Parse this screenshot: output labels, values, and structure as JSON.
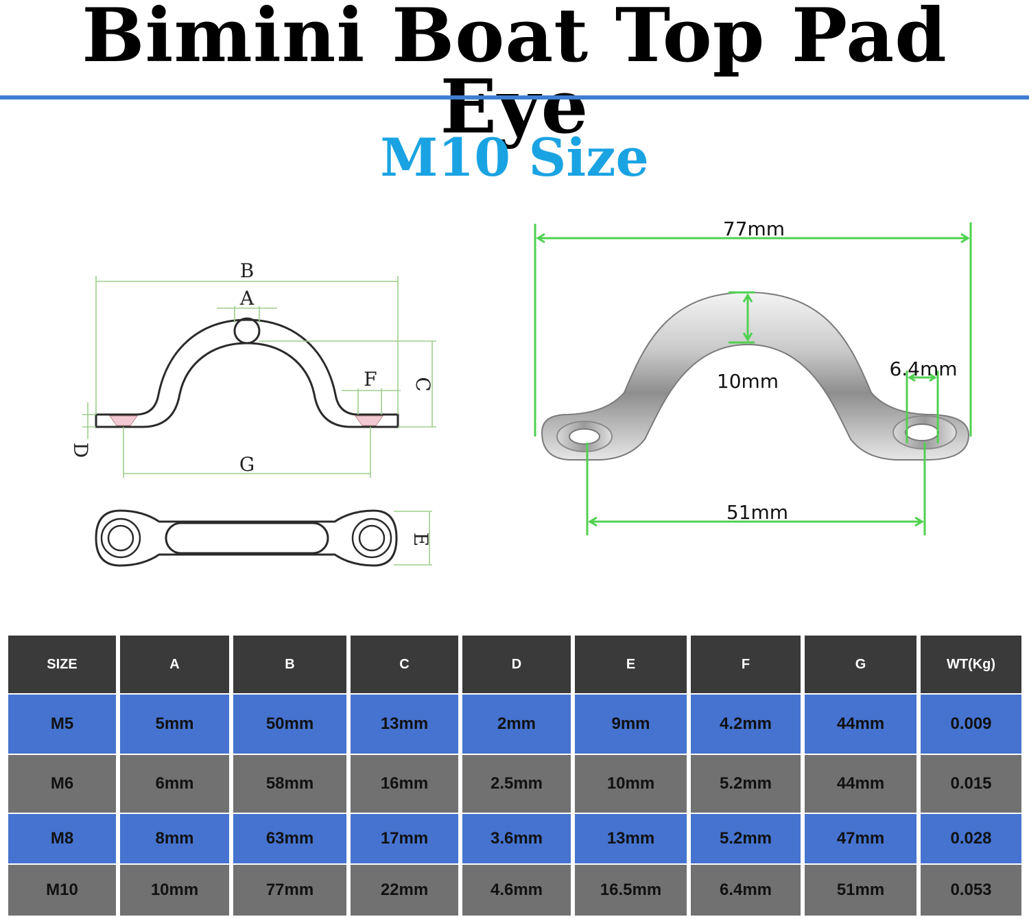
{
  "title": "Bimini Boat Top Pad Eye",
  "subtitle": "M10 Size",
  "colors": {
    "title_rule": "#3f7fd1",
    "subtitle": "#1aa3e2",
    "dimension_line": "#4fd14f",
    "table_header": "#3a3a3a",
    "row_blue": "#4573cf",
    "row_gray": "#717171"
  },
  "schematic_labels": {
    "b": "B",
    "a": "A",
    "c": "C",
    "f": "F",
    "d": "D",
    "g": "G",
    "e": "E"
  },
  "photo_dimensions": {
    "overall_length": "77mm",
    "thickness": "10mm",
    "hole": "6.4mm",
    "hole_spacing": "51mm"
  },
  "table": {
    "headers": [
      "SIZE",
      "A",
      "B",
      "C",
      "D",
      "E",
      "F",
      "G",
      "WT(Kg)"
    ],
    "rows": [
      [
        "M5",
        "5mm",
        "50mm",
        "13mm",
        "2mm",
        "9mm",
        "4.2mm",
        "44mm",
        "0.009"
      ],
      [
        "M6",
        "6mm",
        "58mm",
        "16mm",
        "2.5mm",
        "10mm",
        "5.2mm",
        "44mm",
        "0.015"
      ],
      [
        "M8",
        "8mm",
        "63mm",
        "17mm",
        "3.6mm",
        "13mm",
        "5.2mm",
        "47mm",
        "0.028"
      ],
      [
        "M10",
        "10mm",
        "77mm",
        "22mm",
        "4.6mm",
        "16.5mm",
        "6.4mm",
        "51mm",
        "0.053"
      ]
    ]
  }
}
